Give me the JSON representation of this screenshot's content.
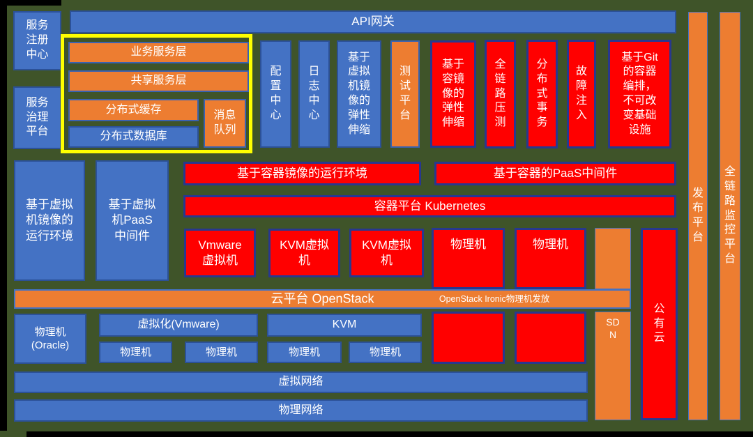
{
  "colors": {
    "background_green": "#3F5429",
    "frame_black": "#000000",
    "box_blue": "#4472C4",
    "blue_border": "#2C5197",
    "box_orange": "#ED7D31",
    "box_red": "#FF0000",
    "red_navy_border": "#28388F",
    "highlight_yellow": "#FFFF00",
    "text": "#FFFFFF"
  },
  "left": {
    "service_registry": "服务注册中心",
    "service_governance": "服务治理平台"
  },
  "top": {
    "api_gateway": "API网关"
  },
  "service_layers": {
    "business": "业务服务层",
    "shared": "共享服务层",
    "cache": "分布式缓存",
    "database": "分布式数据库",
    "message_queue": "消息队列"
  },
  "capability_columns": {
    "config_center": "配置中心",
    "log_center": "日志中心",
    "vm_image_autoscaling": "基于虚拟机镜像的弹性伸缩",
    "test_platform": "测试平台",
    "container_image_autoscaling": "基于容镜像的弹性伸缩",
    "full_link_stress_test": "全链路压测",
    "distributed_transaction": "分布式事务",
    "fault_injection": "故障注入",
    "git_container_orchestration": "基于Git的容器编排，不可改变基础设施"
  },
  "runtime": {
    "vm_image_runtime": "基于虚拟机镜像的运行环境",
    "vm_paas_middleware": "基于虚拟机PaaS中间件",
    "container_image_runtime": "基于容器镜像的运行环境",
    "container_paas_middleware": "基于容器的PaaS中间件",
    "kubernetes": "容器平台 Kubernetes",
    "vmware_vm": "Vmware虚拟机",
    "kvm_vm_a": "KVM虚拟机",
    "kvm_vm_b": "KVM虚拟机",
    "physical_machine_a": "物理机",
    "physical_machine_b": "物理机"
  },
  "iaas": {
    "openstack": "云平台 OpenStack",
    "openstack_ironic": "OpenStack Ironic物理机发放",
    "physical_machine_oracle": "物理机(Oracle)",
    "virtualization_vmware": "虚拟化(Vmware)",
    "kvm": "KVM",
    "physical_machine_1": "物理机",
    "physical_machine_2": "物理机",
    "physical_machine_3": "物理机",
    "physical_machine_4": "物理机",
    "virtual_network": "虚拟网络",
    "physical_network": "物理网络",
    "sdn": "SDN",
    "public_cloud": "公有云"
  },
  "right": {
    "release_platform": "发布平台",
    "full_link_monitoring": "全链路监控平台"
  }
}
